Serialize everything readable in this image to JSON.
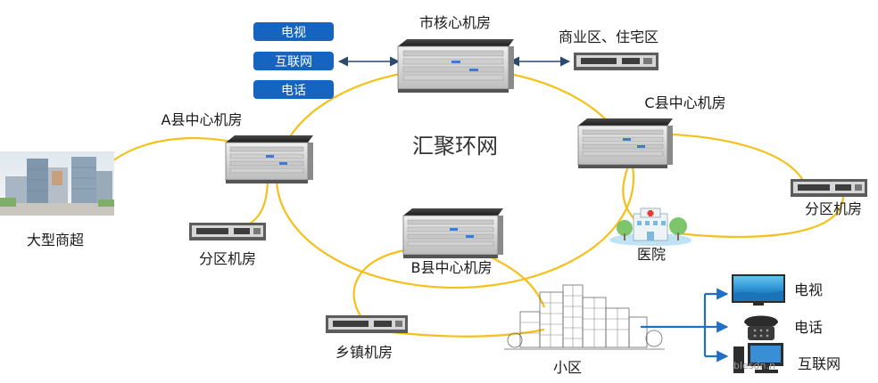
{
  "ring": {
    "label": "汇聚环网"
  },
  "nodes": {
    "city_core": "市核心机房",
    "county_a": "A县中心机房",
    "county_b": "B县中心机房",
    "county_c": "C县中心机房",
    "business_residential": "商业区、住宅区",
    "sub_room_left": "分区机房",
    "sub_room_right": "分区机房",
    "mall": "大型商超",
    "hospital": "医院",
    "town_room": "乡镇机房",
    "community": "小区"
  },
  "services_top": [
    "电视",
    "互联网",
    "电话"
  ],
  "services_right": [
    "电视",
    "电话",
    "互联网"
  ],
  "watermark": "blesdn.n",
  "colors": {
    "link": "#f5c019",
    "service_button": "#1565c0",
    "arrow_dark": "#2c4a6e",
    "arrow_blue": "#1f6fc5",
    "device_dark": "#2a2a2a",
    "device_panel": "#d9d9d9"
  }
}
